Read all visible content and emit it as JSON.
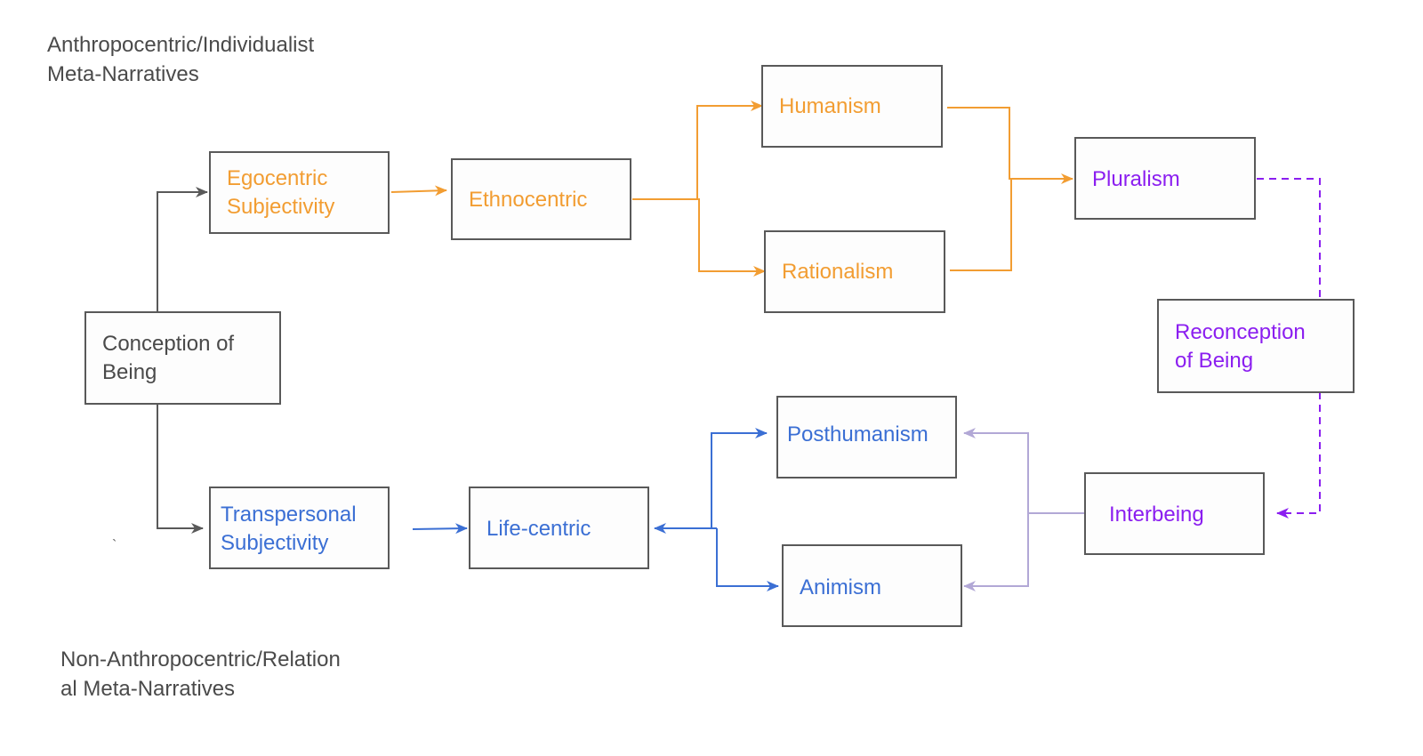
{
  "colors": {
    "neutral": "#595959",
    "orange": "#f29d32",
    "purple": "#8b1ef0",
    "blue": "#3b6fd4",
    "lavender": "#b2a8d6",
    "caption": "#4a4a4a"
  },
  "captions": {
    "top": "Anthropocentric/Individualist\nMeta-Narratives",
    "bottom": "Non-Anthropocentric/Relation\nal Meta-Narratives"
  },
  "stray_mark": "`",
  "nodes": {
    "conception": {
      "label": "Conception of\nBeing",
      "color": "#4a4a4a"
    },
    "egocentric": {
      "label": "Egocentric\nSubjectivity",
      "color": "#f29d32"
    },
    "ethnocentric": {
      "label": "Ethnocentric",
      "color": "#f29d32"
    },
    "humanism": {
      "label": "Humanism",
      "color": "#f29d32"
    },
    "rationalism": {
      "label": "Rationalism",
      "color": "#f29d32"
    },
    "pluralism": {
      "label": "Pluralism",
      "color": "#8b1ef0"
    },
    "reconception": {
      "label": "Reconception\nof Being",
      "color": "#8b1ef0"
    },
    "interbeing": {
      "label": "Interbeing",
      "color": "#8b1ef0"
    },
    "transpersonal": {
      "label": "Transpersonal\nSubjectivity",
      "color": "#3b6fd4"
    },
    "lifecentric": {
      "label": "Life-centric",
      "color": "#3b6fd4"
    },
    "posthumanism": {
      "label": "Posthumanism",
      "color": "#3b6fd4"
    },
    "animism": {
      "label": "Animism",
      "color": "#3b6fd4"
    }
  },
  "edges": [
    {
      "from": "conception",
      "to": "egocentric",
      "style": "solid",
      "color": "neutral"
    },
    {
      "from": "conception",
      "to": "transpersonal",
      "style": "solid",
      "color": "neutral"
    },
    {
      "from": "egocentric",
      "to": "ethnocentric",
      "style": "solid",
      "color": "orange"
    },
    {
      "from": "ethnocentric",
      "to": "humanism",
      "style": "solid",
      "color": "orange"
    },
    {
      "from": "ethnocentric",
      "to": "rationalism",
      "style": "solid",
      "color": "orange"
    },
    {
      "from": "humanism",
      "to": "pluralism",
      "style": "solid",
      "color": "orange"
    },
    {
      "from": "rationalism",
      "to": "pluralism",
      "style": "solid",
      "color": "orange"
    },
    {
      "from": "pluralism",
      "to": "reconception",
      "style": "dashed",
      "color": "purple"
    },
    {
      "from": "reconception",
      "to": "interbeing",
      "style": "dashed",
      "color": "purple"
    },
    {
      "from": "interbeing",
      "to": "posthumanism",
      "style": "solid",
      "color": "lavender"
    },
    {
      "from": "interbeing",
      "to": "animism",
      "style": "solid",
      "color": "lavender"
    },
    {
      "from": "transpersonal",
      "to": "lifecentric",
      "style": "solid",
      "color": "blue"
    },
    {
      "from": "lifecentric",
      "to": "posthumanism",
      "style": "solid",
      "color": "blue"
    },
    {
      "from": "lifecentric",
      "to": "animism",
      "style": "solid",
      "color": "blue"
    },
    {
      "from": "posthumanism",
      "to": "lifecentric",
      "style": "solid",
      "color": "blue"
    }
  ]
}
